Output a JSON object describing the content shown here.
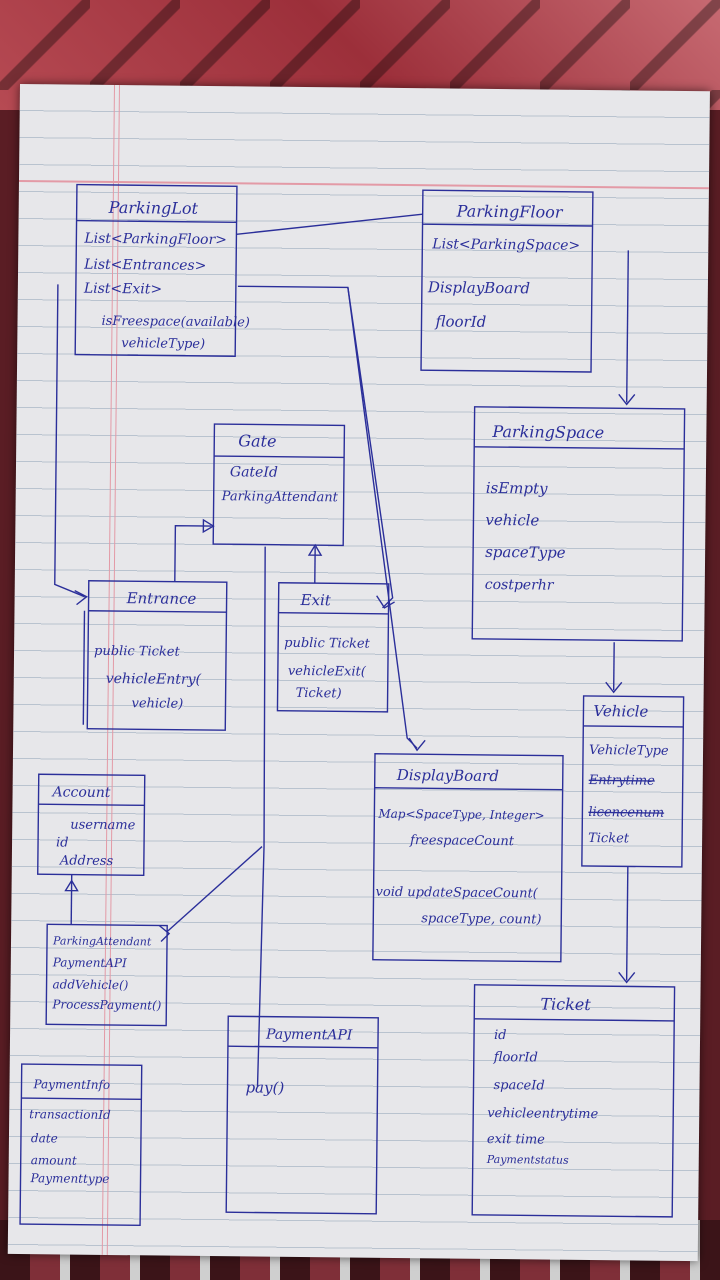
{
  "diagram": {
    "parking_lot": {
      "title": "ParkingLot",
      "fields": [
        "List<ParkingFloor>",
        "List<Entrances>",
        "List<Exit>"
      ],
      "methods": [
        "isFreespace(available)",
        "vehicleType)"
      ]
    },
    "parking_floor": {
      "title": "ParkingFloor",
      "fields": [
        "List<ParkingSpace>",
        "DisplayBoard",
        "floorId"
      ]
    },
    "parking_space": {
      "title": "ParkingSpace",
      "fields": [
        "isEmpty",
        "vehicle",
        "spaceType",
        "costperhr"
      ]
    },
    "gate": {
      "title": "Gate",
      "fields": [
        "GateId",
        "ParkingAttendant"
      ]
    },
    "entrance": {
      "title": "Entrance",
      "methods": [
        "public Ticket",
        "vehicleEntry(",
        "vehicle)"
      ]
    },
    "exit": {
      "title": "Exit",
      "methods": [
        "public Ticket",
        "vehicleExit(",
        "Ticket)"
      ]
    },
    "vehicle": {
      "title": "Vehicle",
      "fields": [
        "VehicleType",
        "Entrytime",
        "licencenum",
        "Ticket"
      ]
    },
    "display_board": {
      "title": "DisplayBoard",
      "fields": [
        "Map<SpaceType, Integer>",
        "freespaceCount"
      ],
      "methods": [
        "void updateSpaceCount(",
        "spaceType, count)"
      ]
    },
    "account": {
      "title": "Account",
      "fields": [
        "username",
        "id",
        "Address"
      ]
    },
    "parking_attendant": {
      "title": "ParkingAttendant",
      "fields": [
        "PaymentAPI",
        "addVehicle()",
        "ProcessPayment()"
      ]
    },
    "payment_api": {
      "title": "PaymentAPI",
      "methods": [
        "pay()"
      ]
    },
    "payment_info": {
      "title": "PaymentInfo",
      "fields": [
        "transactionId",
        "date",
        "amount",
        "Paymenttype"
      ]
    },
    "ticket": {
      "title": "Ticket",
      "fields": [
        "id",
        "floorId",
        "spaceId",
        "vehicleentrytime",
        "exit time",
        "Paymentstatus"
      ]
    }
  }
}
